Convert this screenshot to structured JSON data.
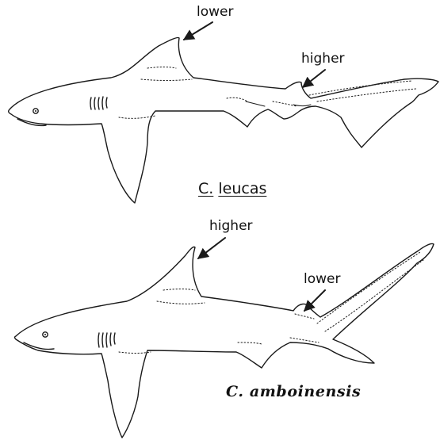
{
  "top": {
    "dorsal_label": "lower",
    "second_dorsal_label": "higher",
    "species_genus": "C.",
    "species_epithet": "leucas"
  },
  "bottom": {
    "dorsal_label": "higher",
    "second_dorsal_label": "lower",
    "species_name": "C. amboinensis"
  }
}
